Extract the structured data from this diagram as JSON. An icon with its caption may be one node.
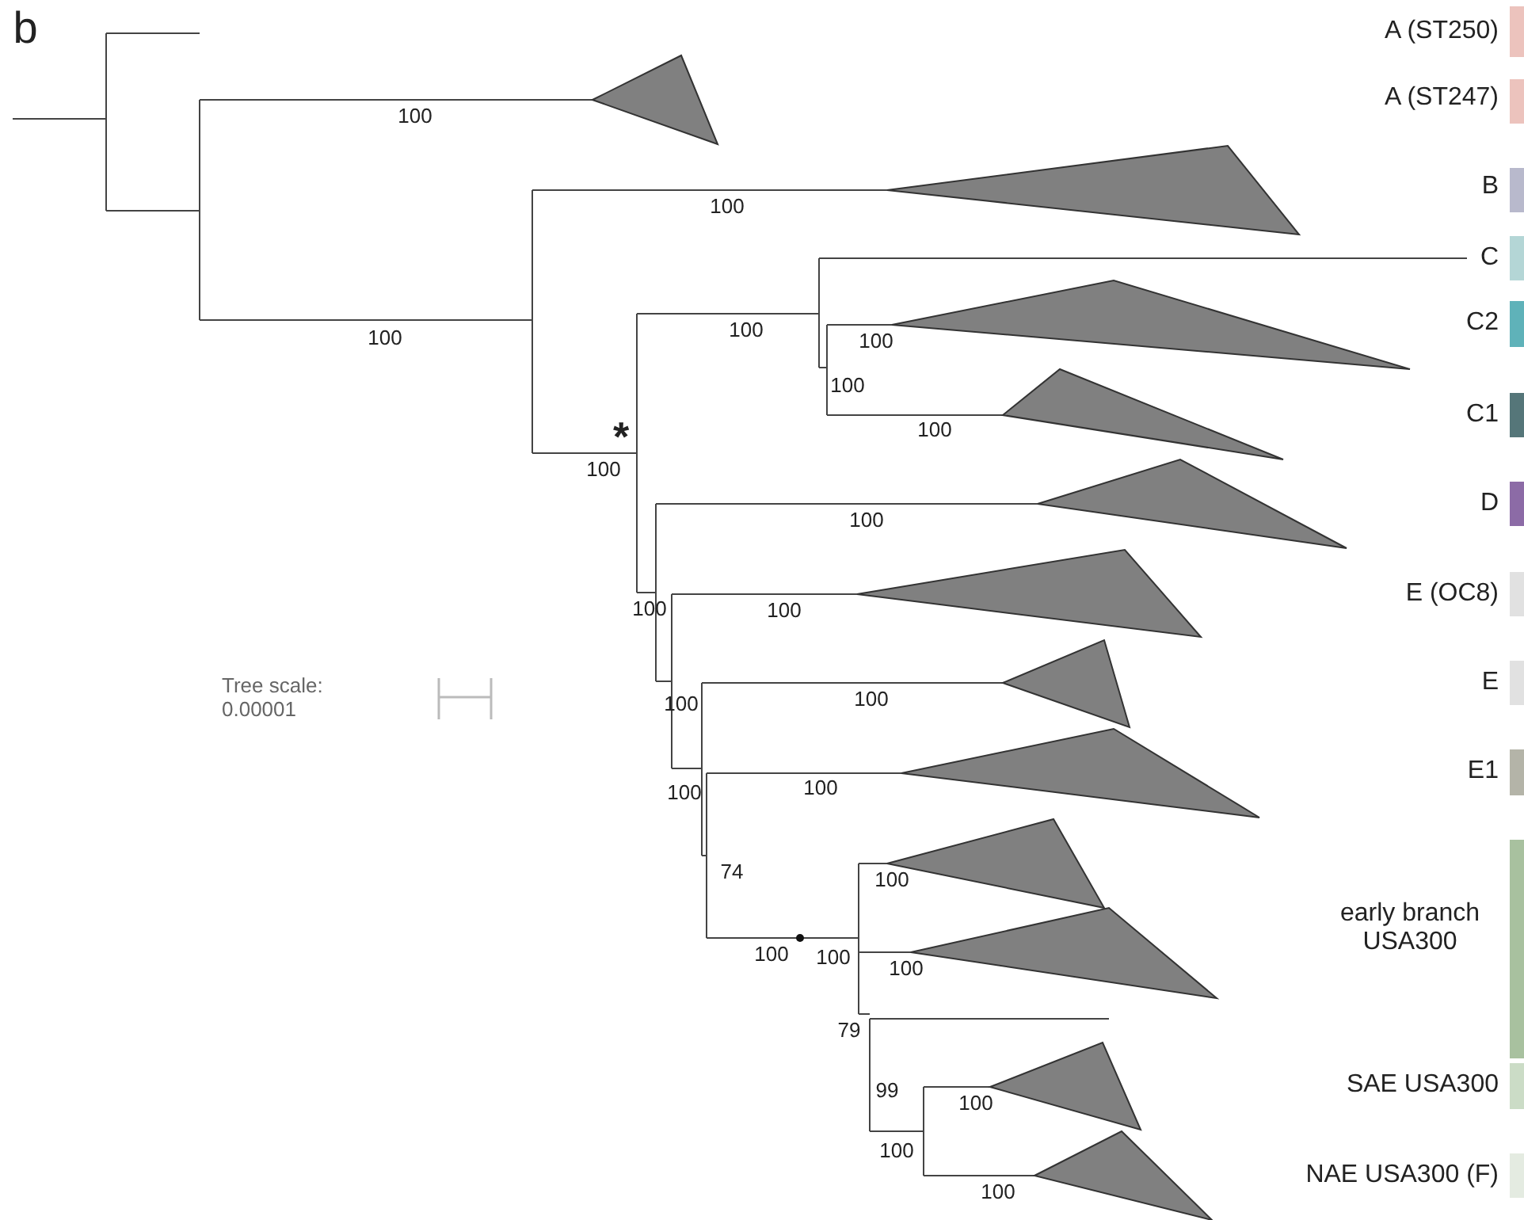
{
  "diagram": {
    "labels": [
      "b",
      "100",
      "100",
      "100",
      "100",
      "100",
      "100",
      "*",
      "100",
      "100",
      "100",
      "100",
      "100",
      "Tree scale: 0.00001",
      "100",
      "100",
      "100",
      "100",
      "74",
      "100",
      "100",
      "100",
      "100",
      "79",
      "99",
      "100",
      "100",
      "100"
    ],
    "legend": [
      {
        "text": "A (ST250)",
        "color": "#ecc3bd"
      },
      {
        "text": "A (ST247)",
        "color": "#ecc3bd"
      },
      {
        "text": "B",
        "color": "#b8b9cc"
      },
      {
        "text": "C",
        "color": "#b4d6d6"
      },
      {
        "text": "C2",
        "color": "#5fb2b9"
      },
      {
        "text": "C1",
        "color": "#557679"
      },
      {
        "text": "D",
        "color": "#8c6ba6"
      },
      {
        "text": "E (OC8)",
        "color": "#e1e1e1"
      },
      {
        "text": "E",
        "color": "#e1e1e1"
      },
      {
        "text": "E1",
        "color": "#b4b4a8"
      },
      {
        "text": "early branch USA300",
        "color": "#a8c19f"
      },
      {
        "text": "SAE USA300",
        "color": "#cbdcc6"
      },
      {
        "text": "NAE USA300 (F)",
        "color": "#e4ebe1"
      }
    ]
  }
}
